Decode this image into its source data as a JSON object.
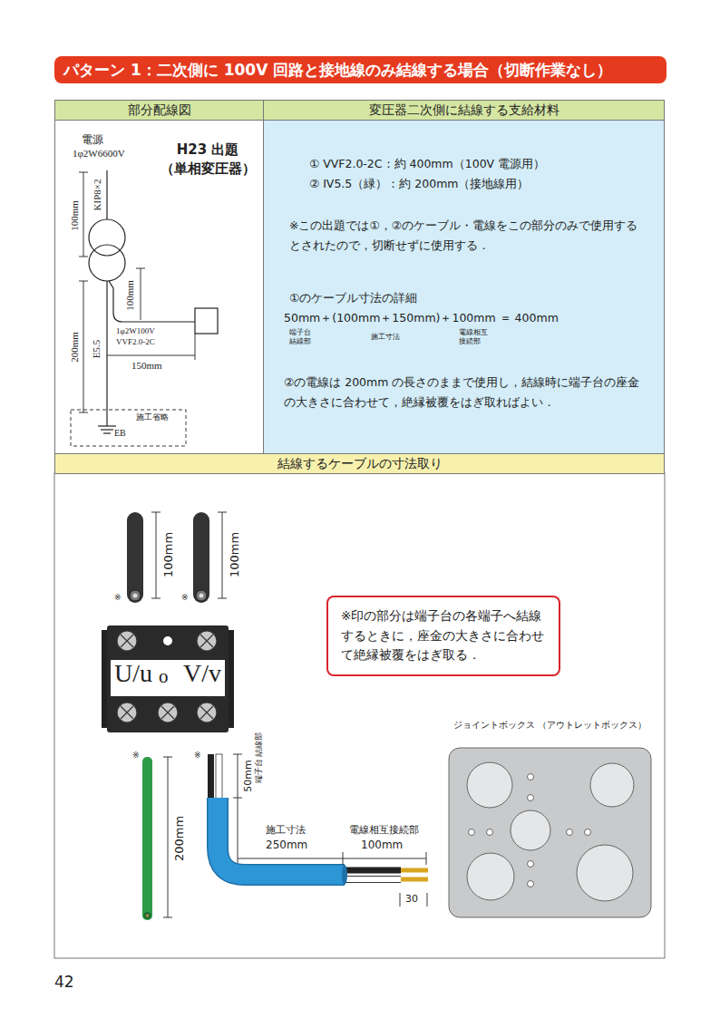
{
  "diagram": {
    "title": "パターン 1：二次側に 100V 回路と接地線のみ結線する場合（切断作業なし）",
    "nodes": [
      {
        "text": [
          "部分配線図"
        ]
      },
      {
        "text": [
          "変圧器二次側に結線する支給材料"
        ]
      },
      {
        "text": [
          "H23 出題 （単相変圧器）"
        ]
      },
      {
        "text": [
          "① VVF2.0-2C：約 400mm（100V 電源用）",
          "② IV5.5（緑）：約 200mm（接地線用）",
          "※この出題では①，②のケーブル・電線をこの部分のみで使用するとされたので，切断せずに使用する．",
          "①のケーブル寸法の詳細",
          "50mm＋(100mm＋150mm)＋100mm ＝ 400mm",
          "端子台 結線部",
          "施工寸法",
          "電線相互 接続部",
          "②の電線は 200mm の長さのままで使用し，結線時に端子台の座金の大きさに合わせて，絶縁被覆をはぎ取ればよい．"
        ]
      },
      {
        "text": [
          "結線するケーブルの寸法取り"
        ]
      },
      {
        "text": [
          "※印の部分は端子台の各端子へ結線するときに，座金の大きさに合わせて絶縁被覆をはぎ取る．"
        ]
      },
      {
        "text": [
          "U/u",
          "o",
          "V/v"
        ]
      },
      {
        "text": [
          "ジョイントボックス （アウトレットボックス）"
        ]
      }
    ],
    "labels": [
      "電源",
      "1φ2W6600V",
      "KIP8×2",
      "100mm",
      "100mm",
      "200mm",
      "E5.5",
      "1φ2W100V",
      "VVF2.0-2C",
      "150mm",
      "施工省略",
      "EB",
      "100mm",
      "100mm",
      "※",
      "※",
      "※",
      "200mm",
      "※",
      "50mm",
      "端子台 結線部",
      "施工寸法",
      "250mm",
      "電線相互接続部",
      "100mm",
      "30",
      "42"
    ]
  }
}
